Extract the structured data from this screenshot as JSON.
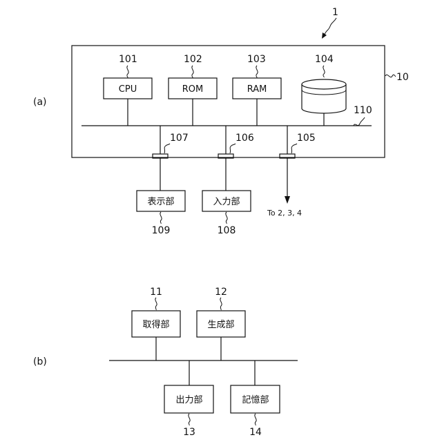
{
  "figure_a": {
    "panel_label": "(a)",
    "system_ref": "1",
    "computer_ref": "10",
    "bus_ref": "110",
    "components": [
      {
        "ref": "101",
        "label": "CPU"
      },
      {
        "ref": "102",
        "label": "ROM"
      },
      {
        "ref": "103",
        "label": "RAM"
      },
      {
        "ref": "104",
        "label": ""
      }
    ],
    "interfaces": [
      {
        "ref": "107"
      },
      {
        "ref": "106"
      },
      {
        "ref": "105"
      }
    ],
    "peripherals": [
      {
        "ref": "109",
        "label": "表示部"
      },
      {
        "ref": "108",
        "label": "入力部"
      }
    ],
    "external_text": "To 2, 3, 4"
  },
  "figure_b": {
    "panel_label": "(b)",
    "units": [
      {
        "ref": "11",
        "label": "取得部"
      },
      {
        "ref": "12",
        "label": "生成部"
      },
      {
        "ref": "13",
        "label": "出力部"
      },
      {
        "ref": "14",
        "label": "記憶部"
      }
    ]
  }
}
